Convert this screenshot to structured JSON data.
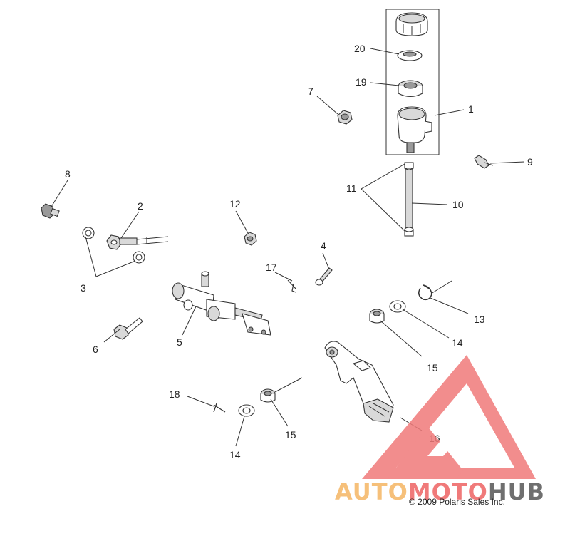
{
  "callouts": {
    "c1": "1",
    "c2": "2",
    "c3": "3",
    "c4": "4",
    "c5": "5",
    "c6": "6",
    "c7": "7",
    "c8": "8",
    "c9": "9",
    "c10": "10",
    "c11": "11",
    "c12": "12",
    "c13": "13",
    "c14a": "14",
    "c14b": "14",
    "c15a": "15",
    "c15b": "15",
    "c16": "16",
    "c17": "17",
    "c18": "18",
    "c19": "19",
    "c20": "20"
  },
  "copyright": "© 2009 Polaris Sales Inc.",
  "watermark": {
    "part1": "AUTO",
    "part2": "MOTO",
    "part3": "HUB"
  },
  "colors": {
    "watermark_red": "#f07a7a",
    "watermark_orange": "#f6c07a",
    "watermark_gray": "#6f6f6f"
  }
}
